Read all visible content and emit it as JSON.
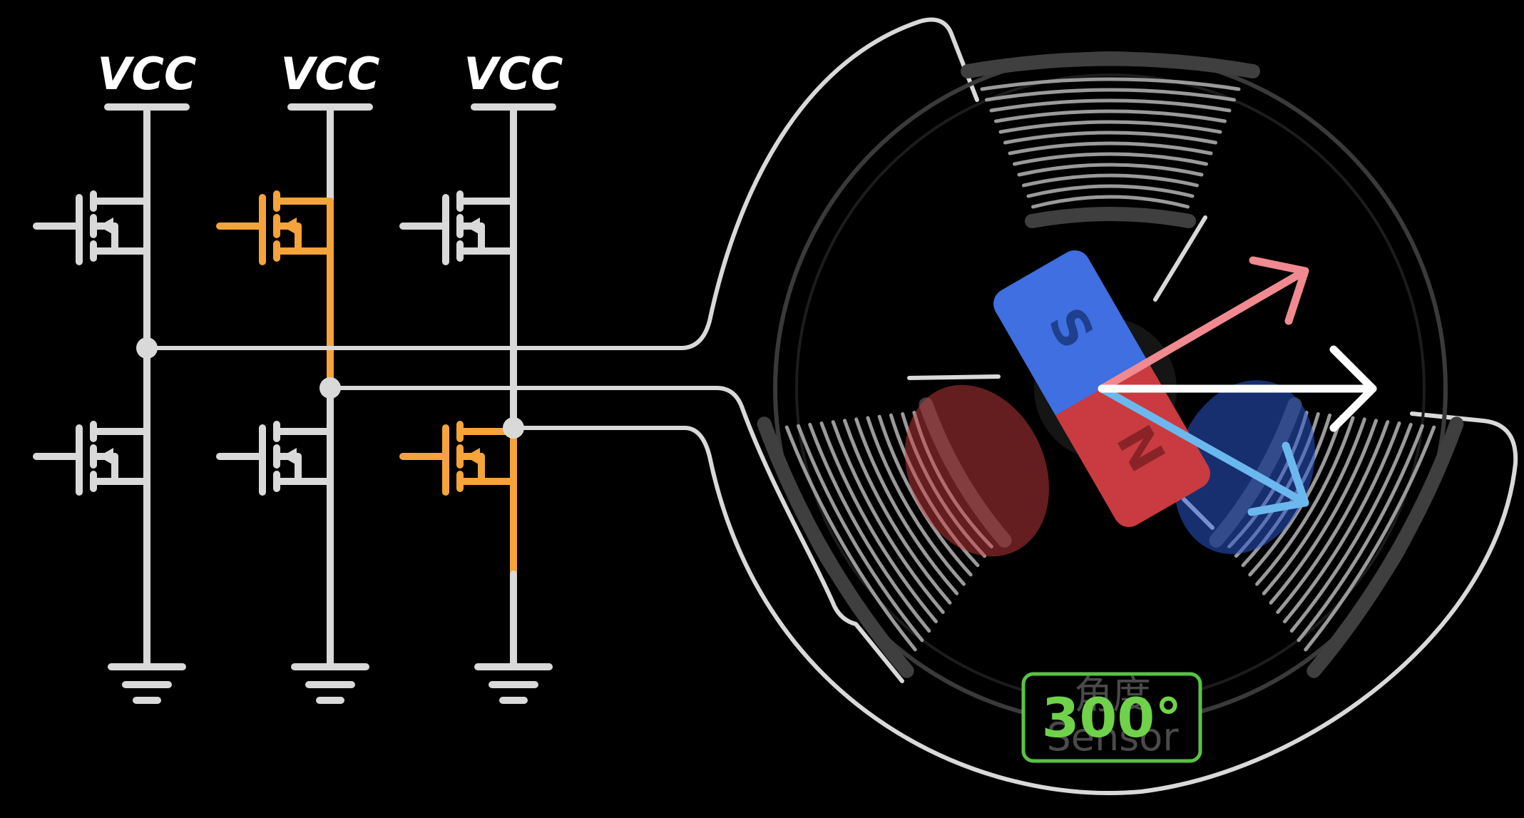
{
  "circuit": {
    "supply_labels": [
      "VCC",
      "VCC",
      "VCC"
    ],
    "columns": [
      {
        "high_side_on": false,
        "low_side_on": false
      },
      {
        "high_side_on": true,
        "low_side_on": false
      },
      {
        "high_side_on": false,
        "low_side_on": true
      }
    ]
  },
  "motor": {
    "south_label": "S",
    "north_label": "N",
    "angle_readout": "300°",
    "sensor_watermark_top": "角度",
    "sensor_watermark_bottom": "Sensor"
  },
  "colors": {
    "background": "#000000",
    "wire": "#d9d9d9",
    "active": "#f4a43a",
    "magnet_south": "#3f6fe0",
    "magnet_north": "#c93b40",
    "arrow_red": "#f08a90",
    "arrow_white": "#ffffff",
    "arrow_blue": "#6bb8ee",
    "sensor_box": "#5bc146"
  }
}
